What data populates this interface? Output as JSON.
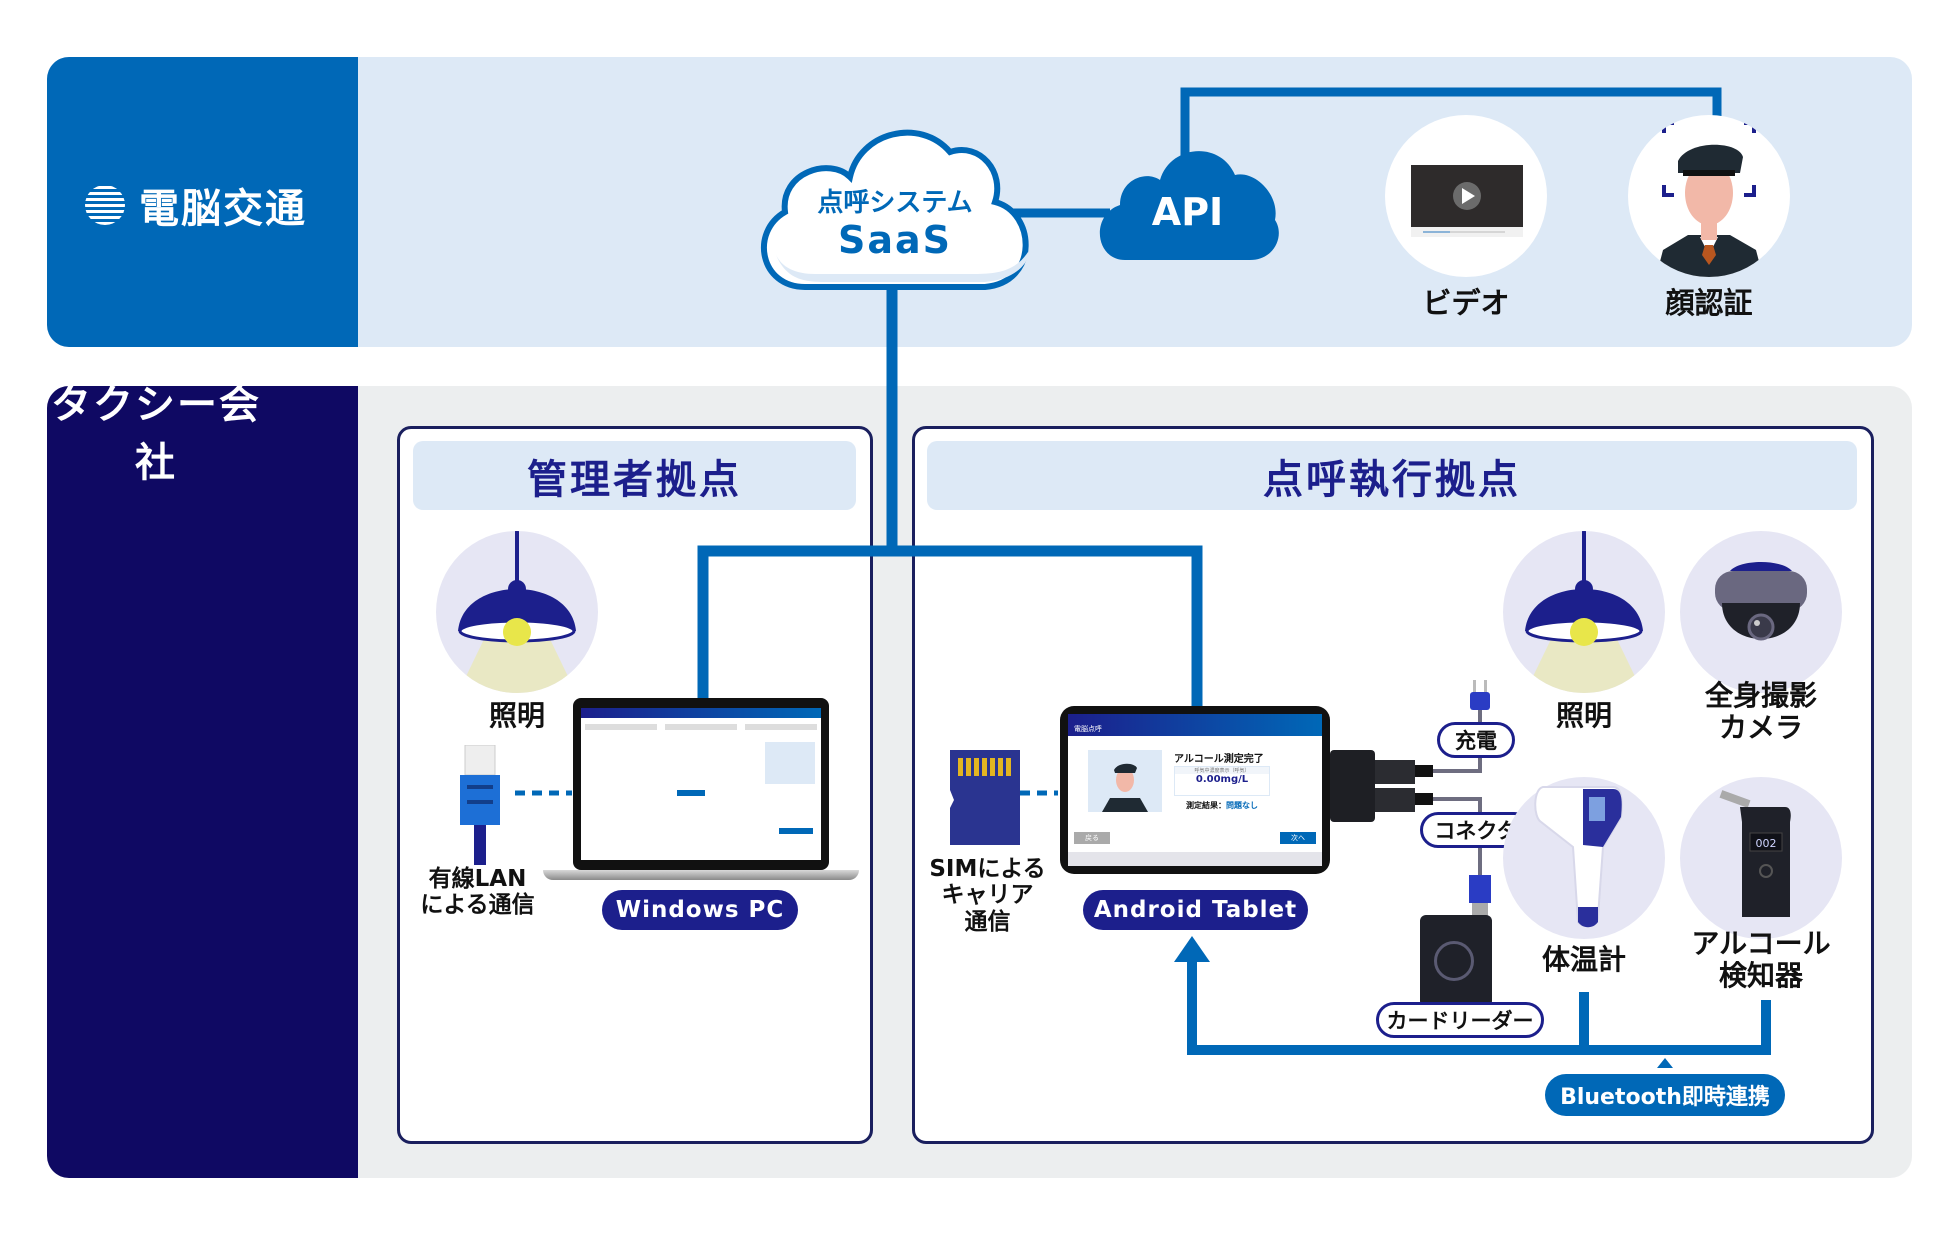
{
  "company_brand": {
    "logo_text": "電脳交通",
    "logo_icon": "sunburst-logo-icon"
  },
  "cloud": {
    "saas_title": "点呼システム",
    "saas_subtitle": "SaaS",
    "api_label": "API"
  },
  "cloud_services": [
    {
      "label": "ビデオ",
      "icon": "video-player-icon"
    },
    {
      "label": "顔認証",
      "icon": "face-recognition-icon"
    }
  ],
  "company_section_label": "タクシー会社",
  "admin_site": {
    "title": "管理者拠点",
    "lighting_label": "照明",
    "lan_label_line1": "有線LAN",
    "lan_label_line2": "による通信",
    "device_label": "Windows PC"
  },
  "rollcall_site": {
    "title": "点呼執行拠点",
    "sim_label_line1": "SIMによる",
    "sim_label_line2": "キャリア",
    "sim_label_line3": "通信",
    "device_label": "Android Tablet",
    "tablet_screen": {
      "app_title": "電脳点呼",
      "heading": "アルコール測定完了",
      "reading_caption": "呼気中濃度表示（呼気）",
      "reading_value": "0.00mg/L",
      "result_label": "測定結果：",
      "result_value": "問題なし",
      "back_button": "戻る",
      "next_button": "次へ"
    },
    "charge_tag": "充電",
    "connector_tag": "コネクタ",
    "card_reader_tag": "カードリーダー",
    "lighting_label": "照明",
    "camera_label_line1": "全身撮影",
    "camera_label_line2": "カメラ",
    "thermometer_label": "体温計",
    "alcohol_label_line1": "アルコール",
    "alcohol_label_line2": "検知器",
    "breathalyzer_display": "002",
    "bluetooth_label": "Bluetooth即時連携"
  },
  "colors": {
    "brand_blue": "#0068b7",
    "navy": "#0f0963",
    "accent_navy": "#1c1f8c",
    "light_blue_bg": "#dde9f6",
    "gray_bg": "#eceeef"
  }
}
